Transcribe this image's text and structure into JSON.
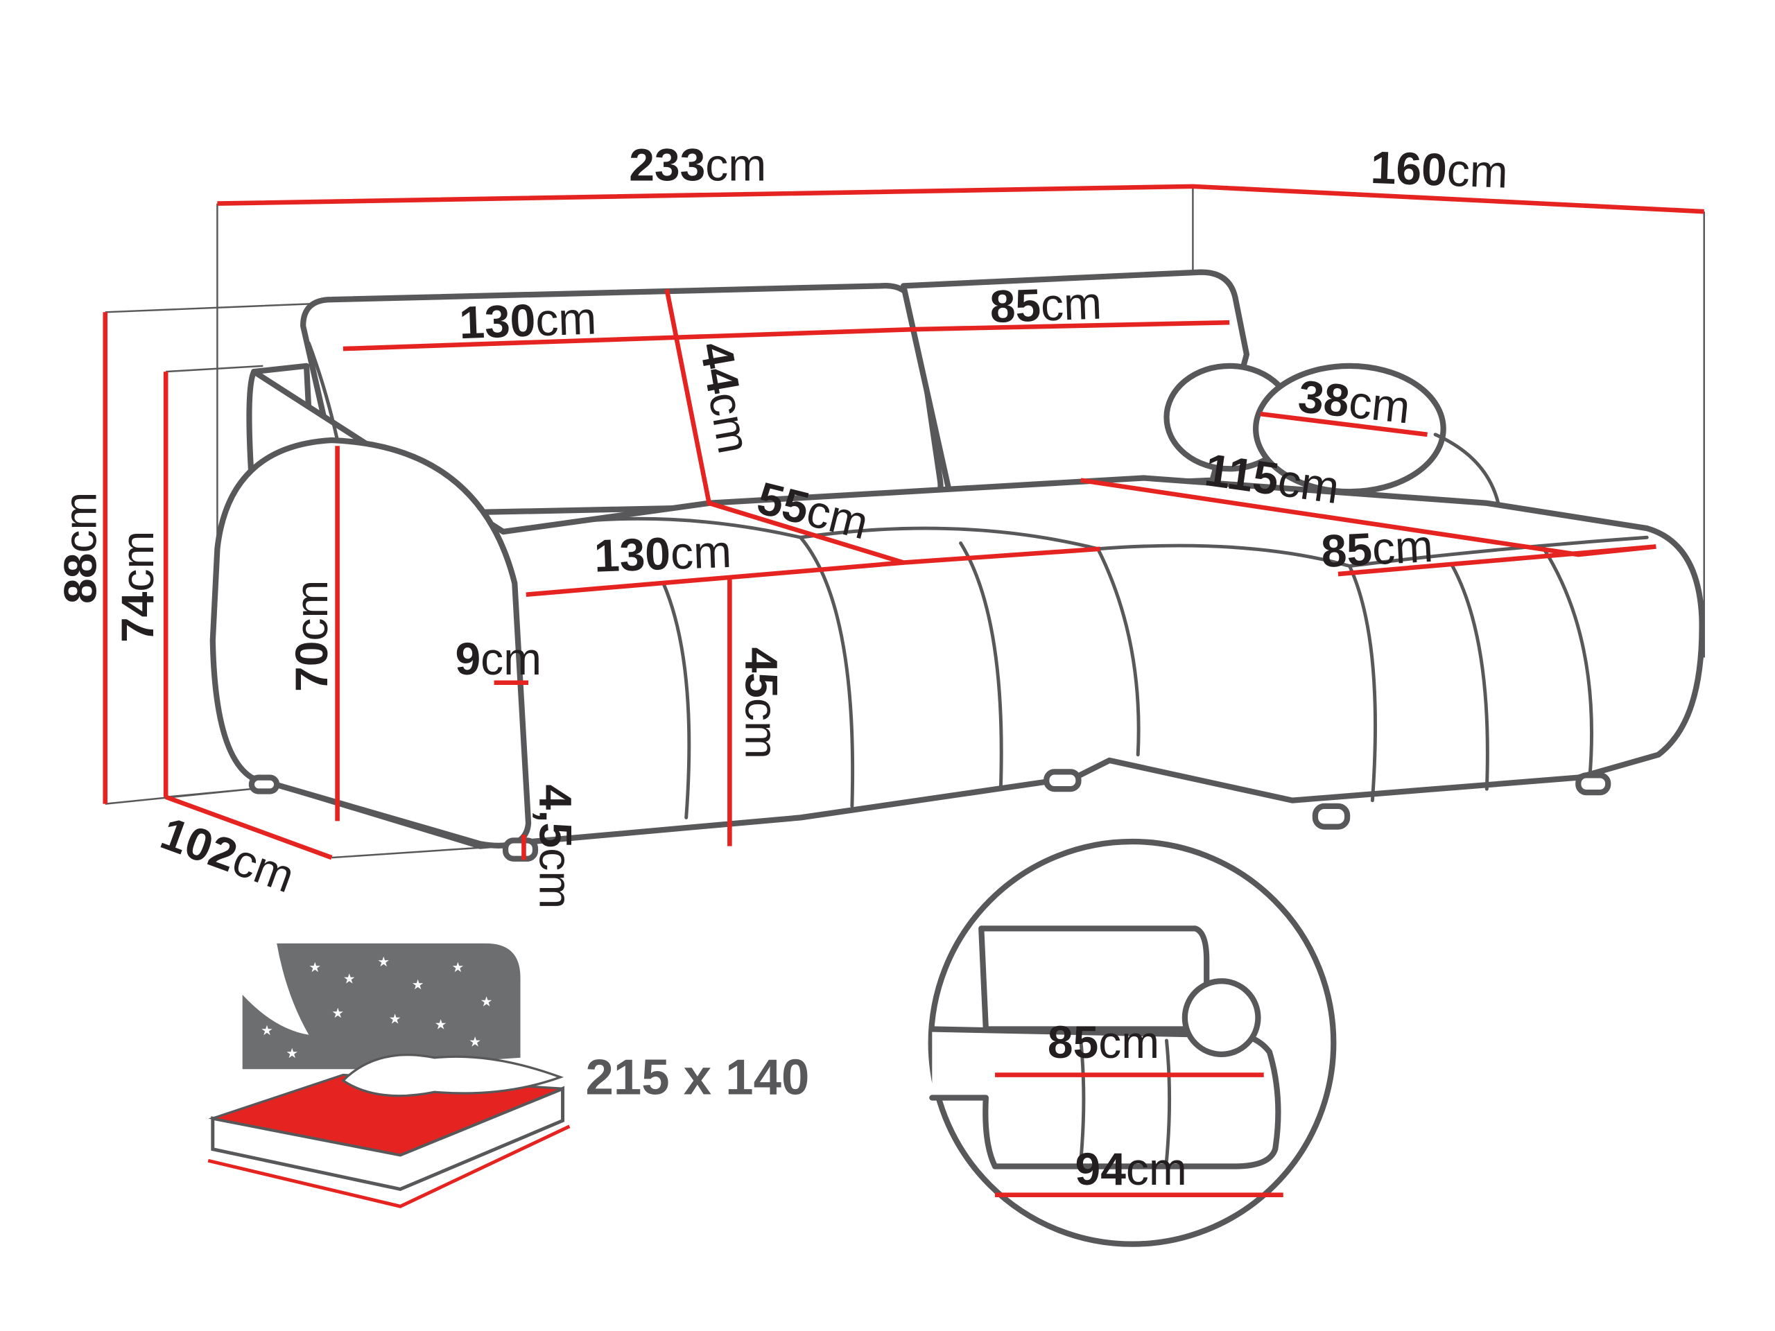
{
  "colors": {
    "outline": "#58585a",
    "dimension": "#e52421",
    "text": "#231f20"
  },
  "dimensions": {
    "total_width": {
      "value": "233",
      "unit": "cm"
    },
    "chaise_depth": {
      "value": "160",
      "unit": "cm"
    },
    "back_left_width": {
      "value": "130",
      "unit": "cm"
    },
    "back_right_width": {
      "value": "85",
      "unit": "cm"
    },
    "back_height": {
      "value": "44",
      "unit": "cm"
    },
    "pillow_width": {
      "value": "38",
      "unit": "cm"
    },
    "seat_depth": {
      "value": "55",
      "unit": "cm"
    },
    "chaise_length": {
      "value": "115",
      "unit": "cm"
    },
    "seat_width": {
      "value": "130",
      "unit": "cm"
    },
    "chaise_width": {
      "value": "85",
      "unit": "cm"
    },
    "total_height": {
      "value": "88",
      "unit": "cm"
    },
    "armrest_back_height": {
      "value": "74",
      "unit": "cm"
    },
    "armrest_height": {
      "value": "70",
      "unit": "cm"
    },
    "armrest_thickness": {
      "value": "9",
      "unit": "cm"
    },
    "seat_height": {
      "value": "45",
      "unit": "cm"
    },
    "leg_height": {
      "value": "4,5",
      "unit": "cm"
    },
    "depth": {
      "value": "102",
      "unit": "cm"
    }
  },
  "sleeping_area": {
    "label": "215 x 140"
  },
  "detail": {
    "inner_width": {
      "value": "85",
      "unit": "cm"
    },
    "outer_width": {
      "value": "94",
      "unit": "cm"
    }
  }
}
